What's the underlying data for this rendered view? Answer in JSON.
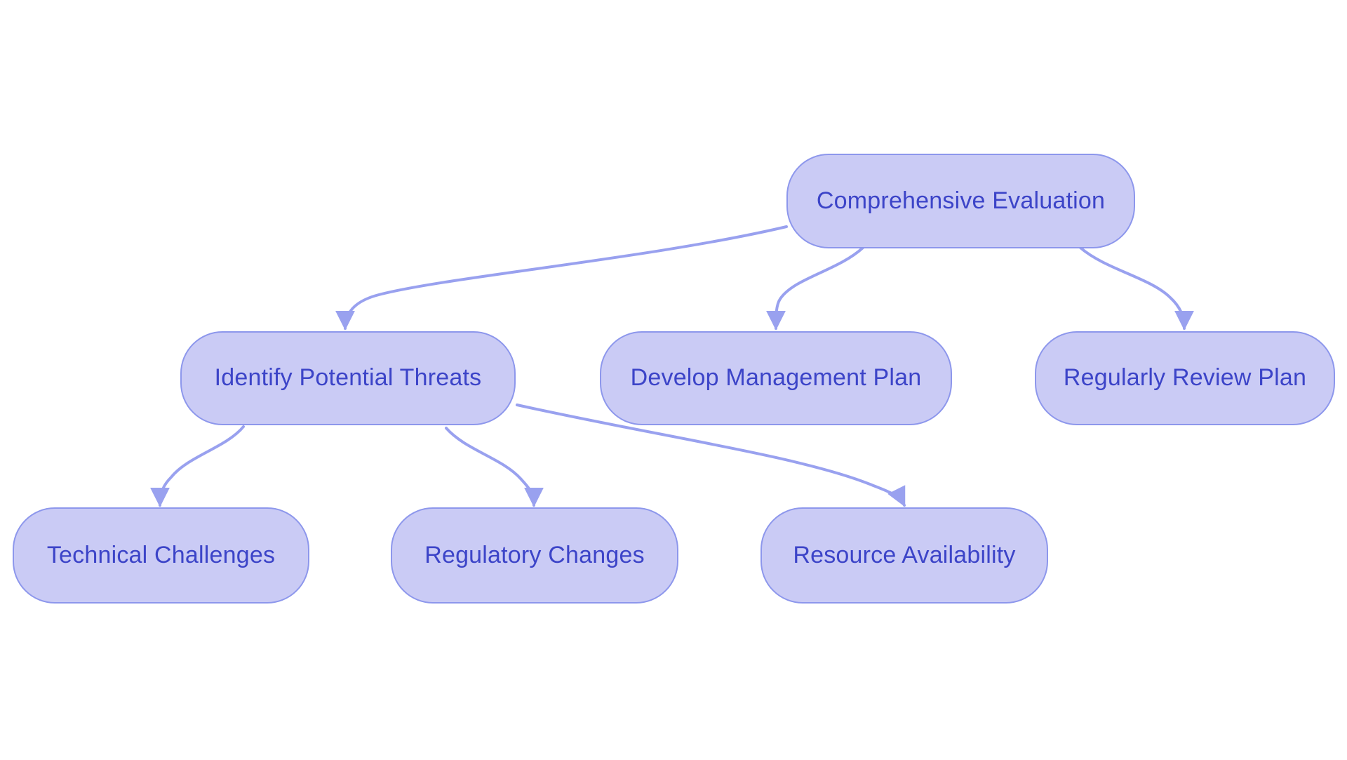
{
  "diagram": {
    "type": "flowchart",
    "orientation": "top-down",
    "background": "#ffffff",
    "colors": {
      "node_fill": "#cacbf5",
      "node_border": "#8d97ec",
      "edge": "#99a1ef",
      "text": "#3c44c8"
    },
    "nodes": {
      "comprehensive_evaluation": {
        "label": "Comprehensive Evaluation"
      },
      "identify_potential_threats": {
        "label": "Identify Potential Threats"
      },
      "develop_management_plan": {
        "label": "Develop Management Plan"
      },
      "regularly_review_plan": {
        "label": "Regularly Review Plan"
      },
      "technical_challenges": {
        "label": "Technical Challenges"
      },
      "regulatory_changes": {
        "label": "Regulatory Changes"
      },
      "resource_availability": {
        "label": "Resource Availability"
      }
    },
    "edges": [
      {
        "from": "Comprehensive Evaluation",
        "to": "Identify Potential Threats"
      },
      {
        "from": "Comprehensive Evaluation",
        "to": "Develop Management Plan"
      },
      {
        "from": "Comprehensive Evaluation",
        "to": "Regularly Review Plan"
      },
      {
        "from": "Identify Potential Threats",
        "to": "Technical Challenges"
      },
      {
        "from": "Identify Potential Threats",
        "to": "Regulatory Changes"
      },
      {
        "from": "Identify Potential Threats",
        "to": "Resource Availability"
      }
    ]
  }
}
